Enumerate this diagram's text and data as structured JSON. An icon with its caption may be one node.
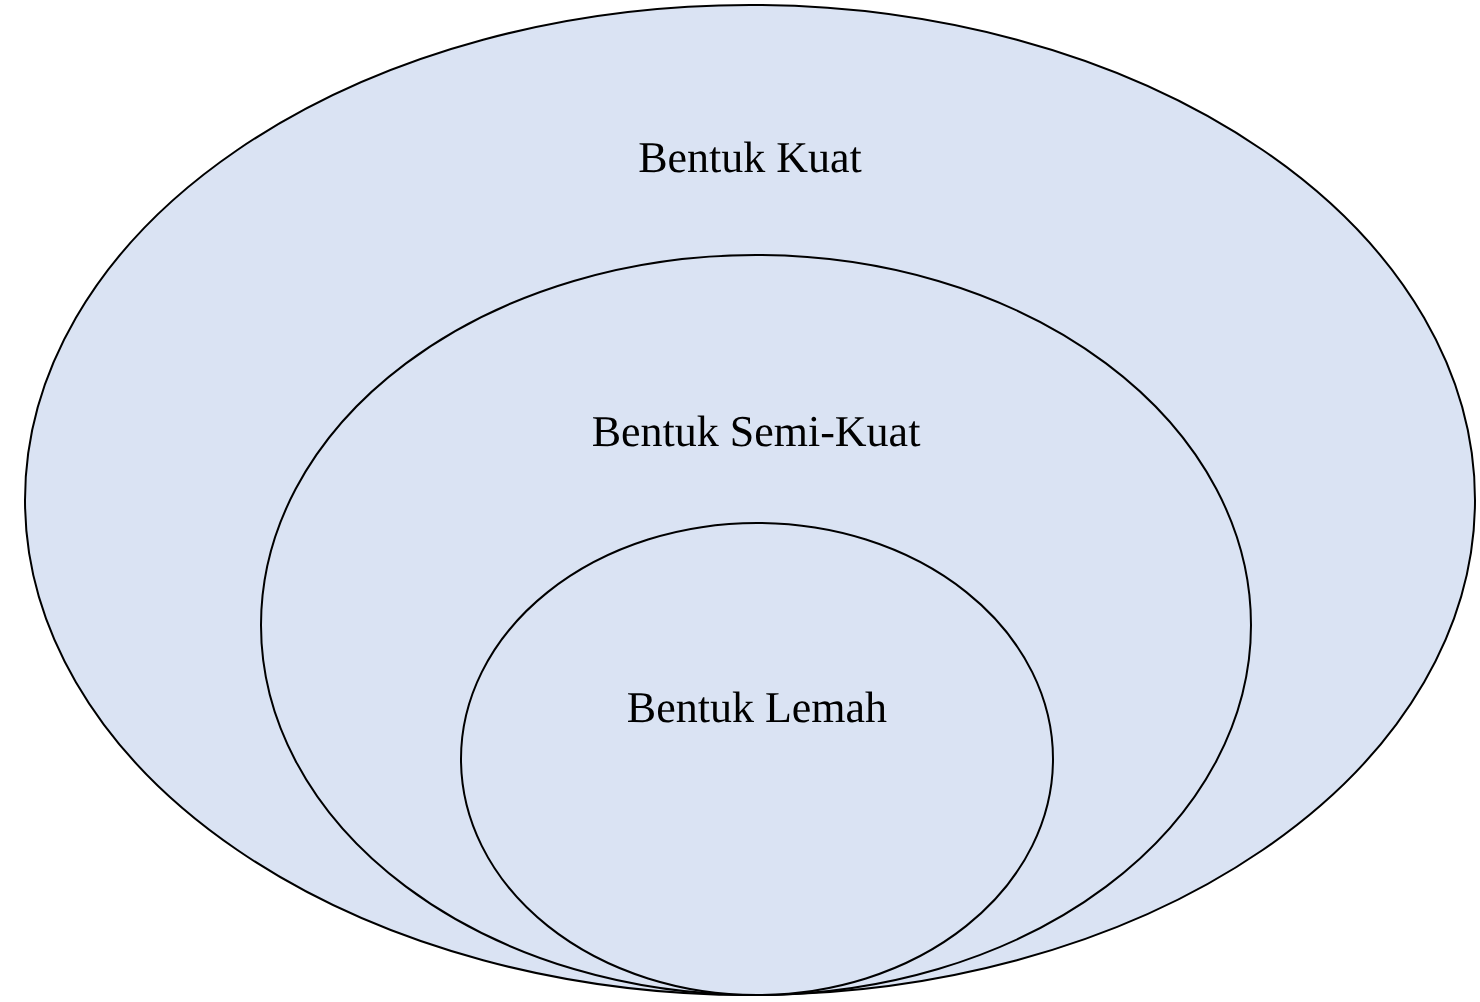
{
  "diagram": {
    "nodes": [
      {
        "text": [
          "Bentuk Kuat"
        ]
      },
      {
        "text": [
          "Bentuk Semi-Kuat"
        ],
        "in": 0
      },
      {
        "text": [
          "Bentuk Lemah"
        ],
        "in": 1
      }
    ]
  }
}
